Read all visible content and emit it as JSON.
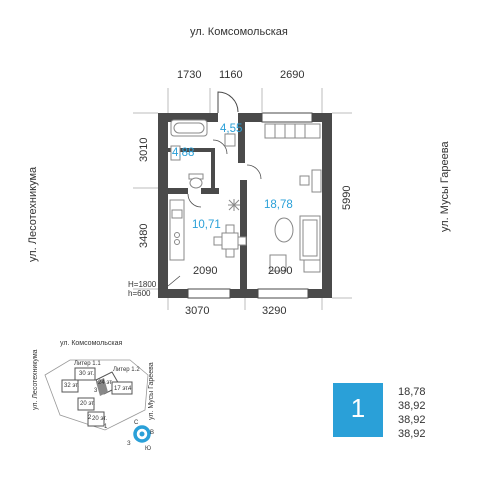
{
  "streets": {
    "top": "ул. Комсомольская",
    "left": "ул. Лесотехникума",
    "right": "ул. Мусы Гареева"
  },
  "dimensions": {
    "top": [
      "1730",
      "1160",
      "2690"
    ],
    "left": [
      "3010",
      "3480"
    ],
    "right": "5990",
    "bottom": [
      "3070",
      "3290"
    ],
    "inner_kitchen": "2090",
    "inner_room": "2090",
    "window_h1": "H=1800",
    "window_h2": "h=600"
  },
  "rooms": {
    "bathroom": "4,88",
    "hall": "4,55",
    "kitchen": "10,71",
    "living": "18,78"
  },
  "site_plan": {
    "street_top": "ул. Комсомольская",
    "street_left": "ул. Лесотехникума",
    "street_right": "ул. Мусы Гареева",
    "labels": [
      "Литер 1.1",
      "Литер 1.2",
      "30 эт.",
      "32 эт.",
      "24 эт.",
      "17 эт.",
      "20 эт.",
      "20 эт.",
      "3",
      "4",
      "2",
      "1"
    ],
    "compass": [
      "С",
      "В",
      "Ю",
      "З"
    ]
  },
  "apartment": {
    "rooms_count": "1",
    "areas": [
      "18,78",
      "38,92",
      "38,92",
      "38,92"
    ]
  },
  "colors": {
    "wall": "#4a4a4a",
    "accent": "#2aa0d8",
    "furniture": "#888888"
  }
}
